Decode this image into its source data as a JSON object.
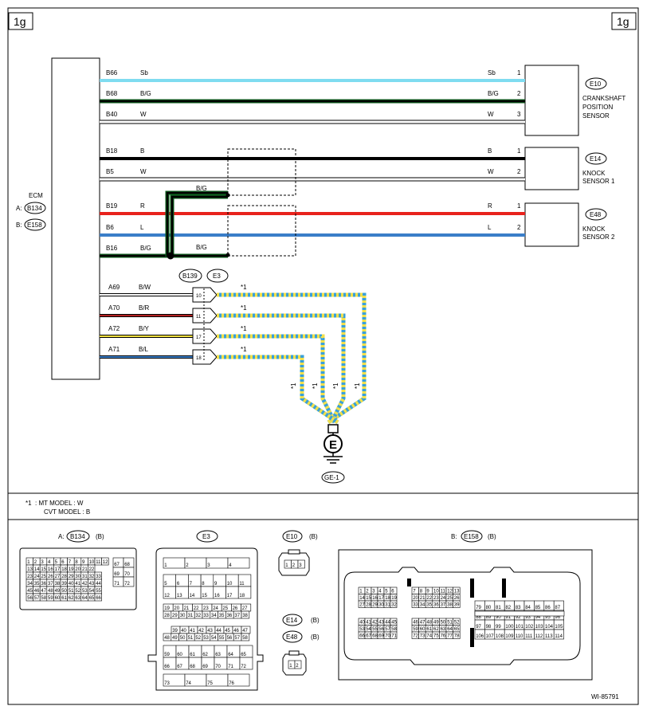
{
  "page": {
    "tag_left": "1g",
    "tag_right": "1g",
    "figure_id": "WI-85791"
  },
  "colors": {
    "Sb": "#7fdcf0",
    "B/G": "#000000",
    "W": "#ffffff",
    "B": "#000000",
    "R": "#e8221c",
    "L": "#3a7ec8",
    "B/W": "#ffffff",
    "B/R": "#b02020",
    "B/Y": "#f0e040",
    "B/L": "#3a7ec8",
    "shield_a": "#f3e04a",
    "shield_b": "#3aa0d8"
  },
  "ecm": {
    "label": "ECM",
    "conn_a_prefix": "A:",
    "conn_a": "B134",
    "conn_b_prefix": "B:",
    "conn_b": "E158"
  },
  "wires": [
    {
      "pin": "B66",
      "color_left": "Sb",
      "color_right": "Sb",
      "sensor_pin": "1"
    },
    {
      "pin": "B68",
      "color_left": "B/G",
      "color_right": "B/G",
      "sensor_pin": "2"
    },
    {
      "pin": "B40",
      "color_left": "W",
      "color_right": "W",
      "sensor_pin": "3"
    },
    {
      "pin": "B18",
      "color_left": "B",
      "color_right": "B",
      "sensor_pin": "1"
    },
    {
      "pin": "B5",
      "color_left": "W",
      "color_right": "W",
      "sensor_pin": "2"
    },
    {
      "pin": "B19",
      "color_left": "R",
      "color_right": "R",
      "sensor_pin": "1"
    },
    {
      "pin": "B6",
      "color_left": "L",
      "color_right": "L",
      "sensor_pin": "2"
    },
    {
      "pin": "B16",
      "color_left": "B/G",
      "color_right": "B/G"
    }
  ],
  "shield_labels": {
    "ks1": "B/G",
    "ks2": "B/G"
  },
  "sensors": [
    {
      "code": "E10",
      "name_lines": [
        "CRANKSHAFT",
        "POSITION",
        "SENSOR"
      ]
    },
    {
      "code": "E14",
      "name_lines": [
        "KNOCK",
        "SENSOR 1"
      ]
    },
    {
      "code": "E48",
      "name_lines": [
        "KNOCK",
        "SENSOR 2"
      ]
    }
  ],
  "lower_wires": [
    {
      "pin": "A69",
      "color": "B/W",
      "term": "10",
      "note": "*1"
    },
    {
      "pin": "A70",
      "color": "B/R",
      "term": "11",
      "note": "*1"
    },
    {
      "pin": "A72",
      "color": "B/Y",
      "term": "17",
      "note": "*1"
    },
    {
      "pin": "A71",
      "color": "B/L",
      "term": "18",
      "note": "*1"
    }
  ],
  "junction": {
    "conn1": "B139",
    "conn2": "E3"
  },
  "vertical_notes": [
    "*1",
    "*1",
    "*1",
    "*1"
  ],
  "ground": {
    "symbol": "E",
    "label": "GE-1"
  },
  "legend": {
    "marker": "*1",
    "line1": ": MT MODEL : W",
    "line2": "CVT MODEL : B"
  },
  "connectors": {
    "a_prefix": "A:",
    "a_code": "B134",
    "a_type": "(B)",
    "e3_code": "E3",
    "e10_code": "E10",
    "e10_type": "(B)",
    "e14_code": "E14",
    "e14_type": "(B)",
    "e48_code": "E48",
    "e48_type": "(B)",
    "b_prefix": "B:",
    "b_code": "E158",
    "b_type": "(B)",
    "e10_pins": [
      "1",
      "2",
      "3"
    ],
    "e14_pins": [
      "1",
      "2"
    ],
    "b134_rows": [
      [
        "1",
        "2",
        "3",
        "4",
        "5",
        "6",
        "7",
        "8",
        "9",
        "10",
        "11",
        "12"
      ],
      [
        "13",
        "14",
        "15",
        "16",
        "17",
        "18",
        "19",
        "20",
        "21",
        "22"
      ],
      [
        "23",
        "24",
        "25",
        "26",
        "27",
        "28",
        "29",
        "30",
        "31",
        "32",
        "33"
      ],
      [
        "34",
        "35",
        "36",
        "37",
        "38",
        "39",
        "40",
        "41",
        "42",
        "43",
        "44"
      ],
      [
        "45",
        "46",
        "47",
        "48",
        "49",
        "50",
        "51",
        "52",
        "53",
        "54",
        "55"
      ],
      [
        "56",
        "57",
        "58",
        "59",
        "60",
        "61",
        "62",
        "63",
        "64",
        "65",
        "66"
      ]
    ],
    "b134_side": [
      [
        "67",
        "68"
      ],
      [
        "69",
        "70"
      ],
      [
        "71",
        "72"
      ]
    ],
    "e3_rows": [
      [
        "1",
        "2",
        "3",
        "4"
      ],
      [
        "5",
        "6",
        "7",
        "8",
        "9",
        "10",
        "11"
      ],
      [
        "12",
        "13",
        "14",
        "15",
        "16",
        "17",
        "18"
      ],
      [
        "19",
        "20",
        "21",
        "22",
        "23",
        "24",
        "25",
        "26",
        "27"
      ],
      [
        "28",
        "29",
        "30",
        "31",
        "32",
        "33",
        "34",
        "35",
        "36",
        "37",
        "38"
      ],
      [
        "39",
        "40",
        "41",
        "42",
        "43",
        "44",
        "45",
        "46",
        "47"
      ],
      [
        "48",
        "49",
        "50",
        "51",
        "52",
        "53",
        "54",
        "55",
        "56",
        "57",
        "58"
      ],
      [
        "59",
        "60",
        "61",
        "62",
        "63",
        "64",
        "65"
      ],
      [
        "66",
        "67",
        "68",
        "69",
        "70",
        "71",
        "72"
      ],
      [
        "73",
        "74",
        "75",
        "76"
      ]
    ],
    "e158_rows_left": [
      [
        "1",
        "2",
        "3",
        "4",
        "5",
        "6"
      ],
      [
        "14",
        "15",
        "16",
        "17",
        "18",
        "19"
      ],
      [
        "27",
        "28",
        "29",
        "30",
        "31",
        "32"
      ],
      [
        "40",
        "41",
        "42",
        "43",
        "44",
        "45"
      ],
      [
        "53",
        "54",
        "55",
        "56",
        "57",
        "58"
      ],
      [
        "66",
        "67",
        "68",
        "69",
        "70",
        "71"
      ]
    ],
    "e158_rows_mid": [
      [
        "7",
        "8",
        "9",
        "10",
        "11",
        "12",
        "13"
      ],
      [
        "20",
        "21",
        "22",
        "23",
        "24",
        "25",
        "26"
      ],
      [
        "33",
        "34",
        "35",
        "36",
        "37",
        "38",
        "39"
      ],
      [
        "46",
        "47",
        "48",
        "49",
        "50",
        "51",
        "52"
      ],
      [
        "59",
        "60",
        "61",
        "62",
        "63",
        "64",
        "65"
      ],
      [
        "72",
        "73",
        "74",
        "75",
        "76",
        "77",
        "78"
      ]
    ],
    "e158_rows_right": [
      [
        "79",
        "80",
        "81",
        "82",
        "83",
        "84",
        "85",
        "86",
        "87"
      ],
      [
        "88",
        "89",
        "90",
        "91",
        "92",
        "93",
        "94",
        "95",
        "96"
      ],
      [
        "97",
        "98",
        "99",
        "100",
        "101",
        "102",
        "103",
        "104",
        "105"
      ],
      [
        "106",
        "107",
        "108",
        "109",
        "110",
        "111",
        "112",
        "113",
        "114"
      ]
    ]
  }
}
